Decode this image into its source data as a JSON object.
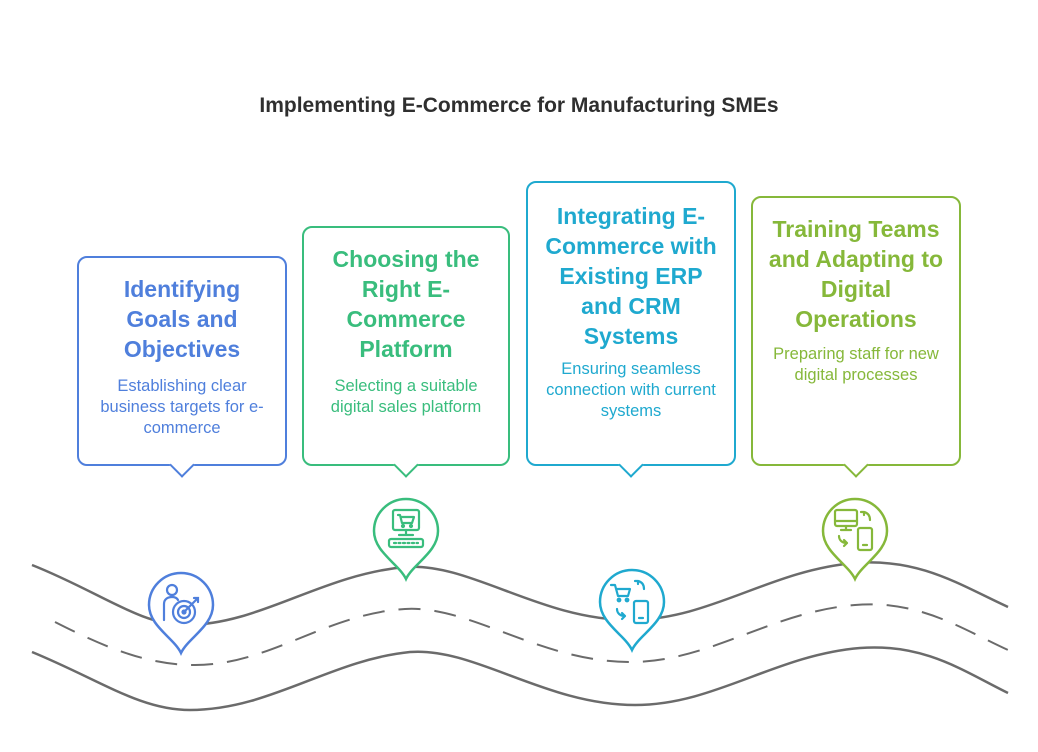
{
  "title": "Implementing E-Commerce for Manufacturing SMEs",
  "colors": {
    "blue": "#4f7fdc",
    "green": "#39bd7d",
    "teal": "#1fa9cf",
    "lime": "#86b83a",
    "road": "#6b6b6b"
  },
  "steps": [
    {
      "title": "Identifying Goals and Objectives",
      "description": "Establishing clear business targets for e-commerce",
      "icon": "target-person-icon"
    },
    {
      "title": "Choosing the Right E-Commerce Platform",
      "description": "Selecting a suitable digital sales platform",
      "icon": "computer-cart-icon"
    },
    {
      "title": "Integrating E-Commerce with Existing ERP and CRM Systems",
      "description": "Ensuring seamless connection with current systems",
      "icon": "cart-phone-sync-icon"
    },
    {
      "title": "Training Teams and Adapting to Digital Operations",
      "description": "Preparing staff for new digital processes",
      "icon": "monitor-phone-sync-icon"
    }
  ]
}
